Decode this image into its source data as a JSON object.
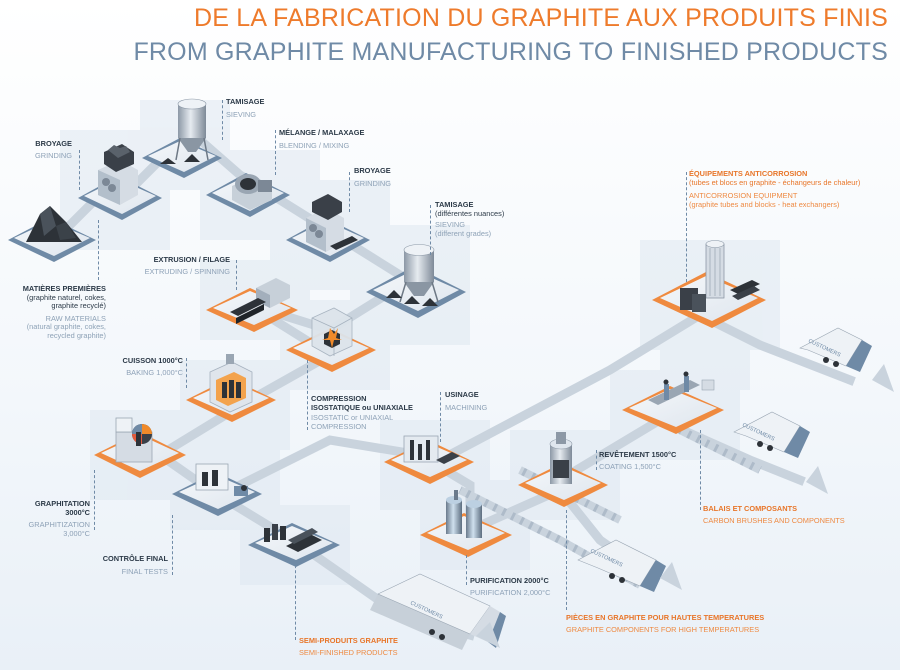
{
  "title_fr": "DE LA FABRICATION DU GRAPHITE AUX PRODUITS FINIS",
  "title_en": "FROM GRAPHITE MANUFACTURING TO FINISHED PRODUCTS",
  "steps": {
    "raw": {
      "fr": "MATIÈRES PREMIÈRES",
      "fr_sub": "(graphite naturel, cokes, graphite recyclé)",
      "en": "RAW MATERIALS",
      "en_sub": "(natural graphite, cokes, recycled graphite)"
    },
    "grinding1": {
      "fr": "BROYAGE",
      "en": "GRINDING"
    },
    "sieving1": {
      "fr": "TAMISAGE",
      "en": "SIEVING"
    },
    "mixing": {
      "fr": "MÉLANGE / MALAXAGE",
      "en": "BLENDING / MIXING"
    },
    "grinding2": {
      "fr": "BROYAGE",
      "en": "GRINDING"
    },
    "sieving2": {
      "fr": "TAMISAGE",
      "fr_sub": "(différentes nuances)",
      "en": "SIEVING",
      "en_sub": "(different grades)"
    },
    "extrusion": {
      "fr": "EXTRUSION / FILAGE",
      "en": "EXTRUDING / SPINNING"
    },
    "compression": {
      "fr": "COMPRESSION",
      "fr_sub": "ISOSTATIQUE ou UNIAXIALE",
      "en": "ISOSTATIC or UNIAXIAL",
      "en_sub": "COMPRESSION"
    },
    "baking": {
      "fr": "CUISSON 1000°C",
      "en": "BAKING 1,000°C"
    },
    "graphitization": {
      "fr": "GRAPHITATION",
      "fr_sub": "3000°C",
      "en": "GRAPHITIZATION",
      "en_sub": "3,000°C"
    },
    "final": {
      "fr": "CONTRÔLE FINAL",
      "en": "FINAL TESTS"
    },
    "machining": {
      "fr": "USINAGE",
      "en": "MACHINING"
    },
    "coating": {
      "fr": "REVÊTEMENT 1500°C",
      "en": "COATING 1,500°C"
    },
    "purification": {
      "fr": "PURIFICATION 2000°C",
      "en": "PURIFICATION 2,000°C"
    },
    "anticorrosion": {
      "fr": "ÉQUIPEMENTS ANTICORROSION",
      "fr_sub": "(tubes et blocs en graphite - échangeurs de chaleur)",
      "en": "ANTICORROSION EQUIPMENT",
      "en_sub": "(graphite tubes and blocks - heat exchangers)"
    },
    "brushes": {
      "fr": "BALAIS ET COMPOSANTS",
      "en": "CARBON BRUSHES AND COMPONENTS"
    },
    "hightemp": {
      "fr": "PIÈCES EN GRAPHITE POUR HAUTES TEMPERATURES",
      "en": "GRAPHITE COMPONENTS FOR HIGH TEMPERATURES"
    },
    "semi": {
      "fr": "SEMI-PRODUITS GRAPHITE",
      "en": "SEMI-FINISHED PRODUCTS"
    }
  },
  "truck_label": "CUSTOMERS",
  "colors": {
    "orange": "#e8762a",
    "steel": "#6f8aa6",
    "dark": "#2c3a48",
    "belt": "#c9d3dd"
  }
}
